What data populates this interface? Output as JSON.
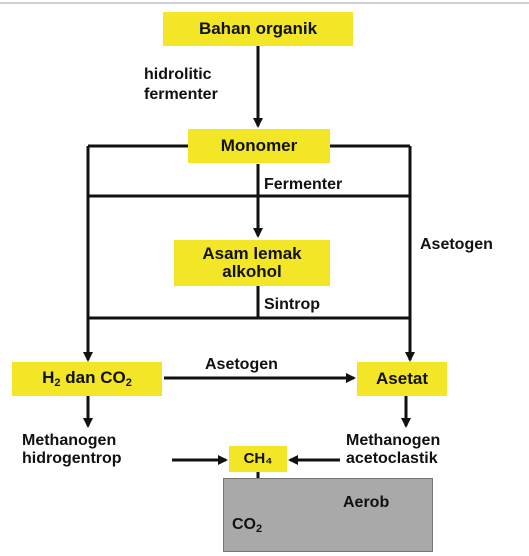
{
  "nodes": {
    "bahan_organik": "Bahan organik",
    "monomer": "Monomer",
    "asam_lemak_line1": "Asam lemak",
    "asam_lemak_line2": "alkohol",
    "h2_main": "H",
    "h2_sub": "2",
    "h2_mid": " dan CO",
    "h2_sub2": "2",
    "asetat": "Asetat",
    "ch4": "CH₄",
    "co2_main": "CO",
    "co2_sub": "2",
    "aerob": "Aerob"
  },
  "labels": {
    "hidrolitic": "hidrolitic",
    "fermenter1": "fermenter",
    "fermenter2": "Fermenter",
    "asetogen_side": "Asetogen",
    "sintrop": "Sintrop",
    "asetogen_mid": "Asetogen",
    "methanogen_left_1": "Methanogen",
    "methanogen_left_2": "hidrogentrop",
    "methanogen_right_1": "Methanogen",
    "methanogen_right_2": "acetoclastik"
  },
  "colors": {
    "box": "#f2e626",
    "aerob_box": "#a9a9a9",
    "lines": "#111111"
  }
}
